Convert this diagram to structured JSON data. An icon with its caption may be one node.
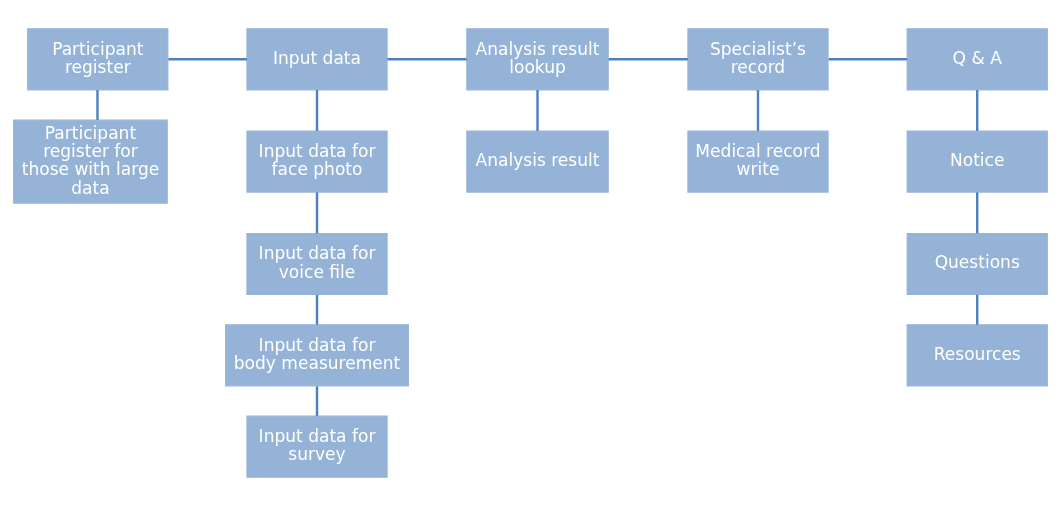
{
  "diagram": {
    "nodes": [
      {
        "text": [
          "Participant register"
        ]
      },
      {
        "text": [
          "Input data"
        ]
      },
      {
        "text": [
          "Analysis result lookup"
        ]
      },
      {
        "text": [
          "Specialist’s record"
        ]
      },
      {
        "text": [
          "Q & A"
        ]
      },
      {
        "text": [
          "Participant register for those with large data"
        ]
      },
      {
        "text": [
          "Input data for face photo"
        ]
      },
      {
        "text": [
          "Input data for voice file"
        ]
      },
      {
        "text": [
          "Input data for body measurement"
        ]
      },
      {
        "text": [
          "Input data for survey"
        ]
      },
      {
        "text": [
          "Analysis result"
        ]
      },
      {
        "text": [
          "Medical record write"
        ]
      },
      {
        "text": [
          "Notice"
        ]
      },
      {
        "text": [
          "Questions"
        ]
      },
      {
        "text": [
          "Resources"
        ]
      }
    ],
    "edges": [
      {
        "from": 0,
        "to": 1,
        "arrow": "none"
      },
      {
        "from": 1,
        "to": 2,
        "arrow": "none"
      },
      {
        "from": 2,
        "to": 3,
        "arrow": "none"
      },
      {
        "from": 3,
        "to": 4,
        "arrow": "none"
      },
      {
        "from": 0,
        "to": 5,
        "arrow": "none"
      },
      {
        "from": 1,
        "to": 6,
        "arrow": "none"
      },
      {
        "from": 6,
        "to": 7,
        "arrow": "none"
      },
      {
        "from": 7,
        "to": 8,
        "arrow": "none"
      },
      {
        "from": 8,
        "to": 9,
        "arrow": "none"
      },
      {
        "from": 2,
        "to": 10,
        "arrow": "none"
      },
      {
        "from": 3,
        "to": 11,
        "arrow": "none"
      },
      {
        "from": 4,
        "to": 12,
        "arrow": "none"
      },
      {
        "from": 12,
        "to": 13,
        "arrow": "none"
      },
      {
        "from": 13,
        "to": 14,
        "arrow": "none"
      }
    ]
  }
}
